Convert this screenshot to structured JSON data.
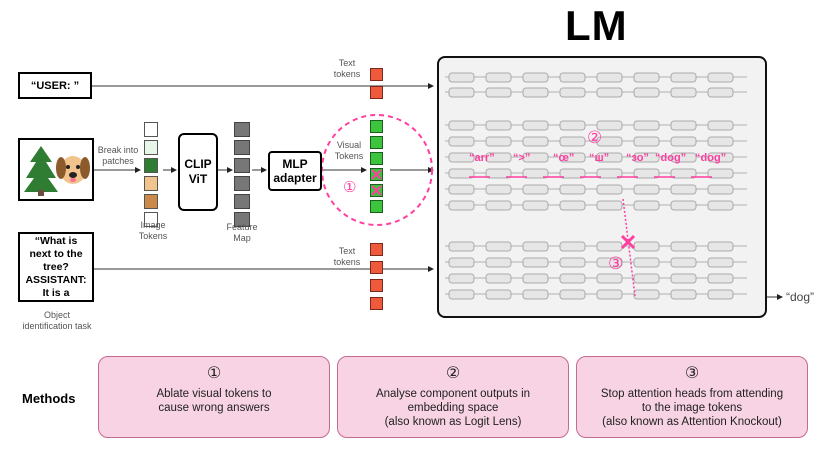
{
  "lm_title": "LM",
  "user_prompt": "“USER: ”",
  "question_prompt": "“What is next to the tree? ASSISTANT: It is a",
  "task_caption": "Object identification task",
  "break_into_patches": "Break into patches",
  "image_tokens_label": "Image Tokens",
  "clip_label": "CLIP ViT",
  "feature_map_label": "Feature Map",
  "mlp_label": "MLP adapter",
  "text_tokens_label_top": "Text tokens",
  "visual_tokens_label": "Visual Tokens",
  "text_tokens_label_bottom": "Text tokens",
  "output_token": "“dog”",
  "circle_markers": {
    "one": "①",
    "two": "②",
    "three": "③"
  },
  "logit_lens_tokens": [
    "“arr”",
    "“>”",
    "“œ”",
    "“ш”",
    "“зо”",
    "“dog”",
    "“dog”"
  ],
  "methods_heading": "Methods",
  "methods": [
    {
      "num": "①",
      "text": "Ablate visual tokens to\ncause wrong answers"
    },
    {
      "num": "②",
      "text": "Analyse component outputs in\nembedding space\n(also known as Logit Lens)"
    },
    {
      "num": "③",
      "text": "Stop attention heads from attending\nto the image tokens\n(also known as Attention Knockout)"
    }
  ],
  "colors": {
    "accent_pink": "#ff3ea0",
    "method_fill": "#f8d3e3",
    "text_token": "#f05a3c",
    "visual_token": "#3cc43c",
    "lm_panel": "#f2f2f2"
  },
  "icons": [
    "tree-icon",
    "dog-icon"
  ]
}
